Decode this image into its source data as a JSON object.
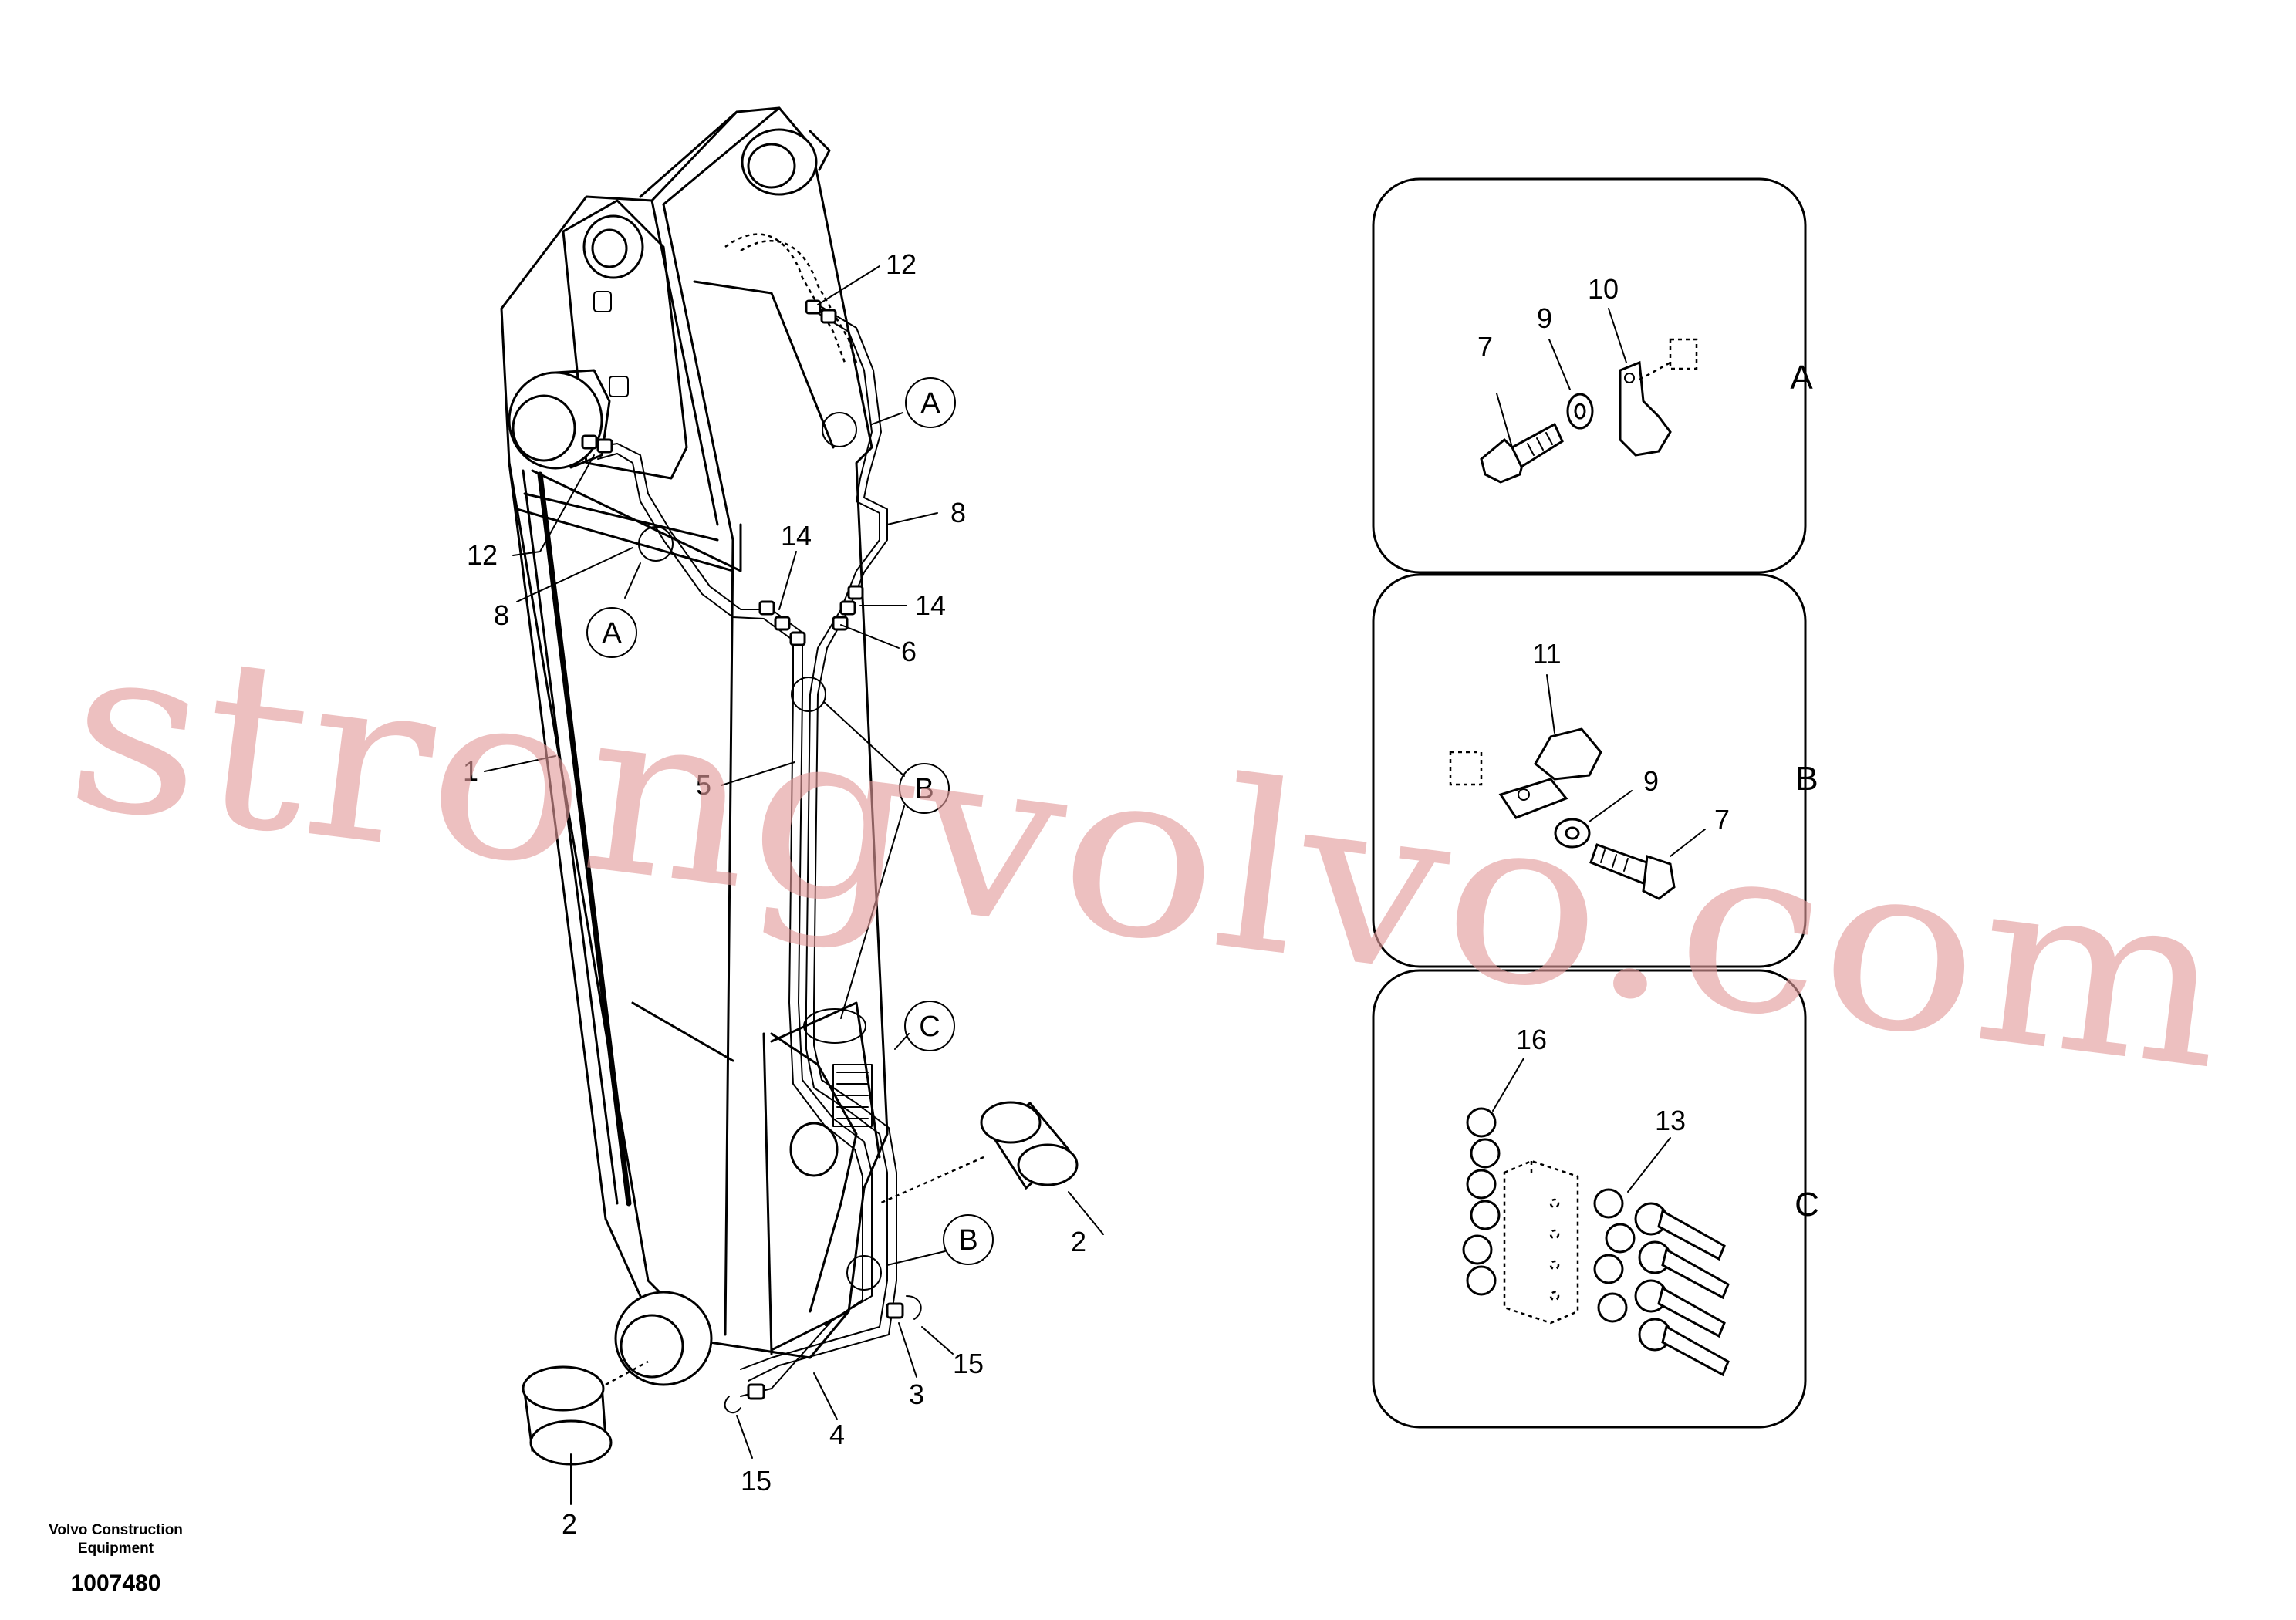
{
  "labels": {
    "p12_top": "12",
    "p12_left": "12",
    "a_right": "A",
    "a_left": "A",
    "p8_right": "8",
    "p8_left": "8",
    "p14_mid": "14",
    "p14_right": "14",
    "p6": "6",
    "p1": "1",
    "p5": "5",
    "b_mid": "B",
    "c_mid": "C",
    "b_low": "B",
    "p2_right": "2",
    "p2_bottom": "2",
    "p15_right": "15",
    "p15_bottom": "15",
    "p3": "3",
    "p4": "4"
  },
  "panels": {
    "A": {
      "tag": "A",
      "p7": "7",
      "p9": "9",
      "p10": "10"
    },
    "B": {
      "tag": "B",
      "p11": "11",
      "p9": "9",
      "p7": "7"
    },
    "C": {
      "tag": "C",
      "p16": "16",
      "p13": "13"
    }
  },
  "watermark": "strongvolvo.com",
  "footer": {
    "company_line1": "Volvo Construction",
    "company_line2": "Equipment",
    "doc_number": "1007480"
  },
  "colors": {
    "line": "#000000",
    "watermark": "#e29a9a",
    "background": "#ffffff"
  }
}
